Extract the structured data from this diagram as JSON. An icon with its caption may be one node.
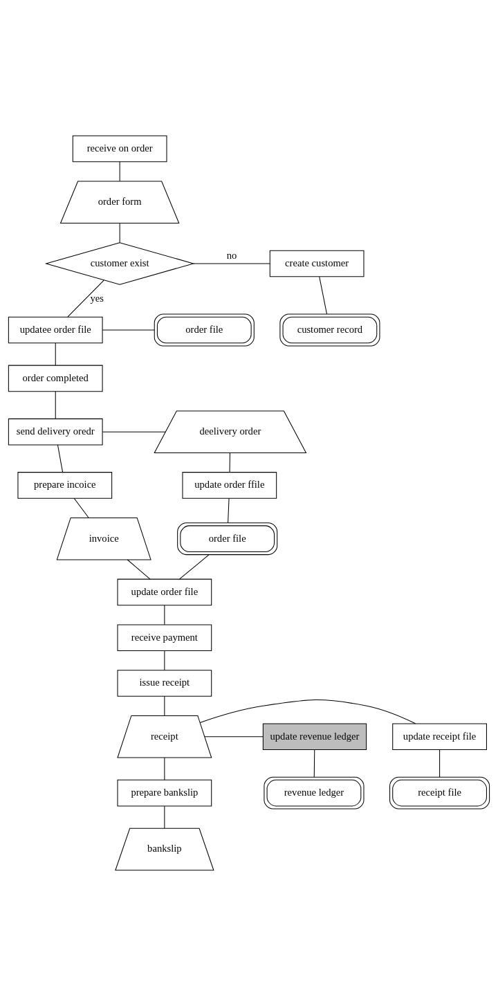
{
  "diagram": {
    "nodes": [
      {
        "text": [
          "receive on order"
        ]
      },
      {
        "text": [
          "order form"
        ]
      },
      {
        "text": [
          "customer exist"
        ]
      },
      {
        "text": [
          "create customer"
        ]
      },
      {
        "text": [
          "customer record"
        ]
      },
      {
        "text": [
          "updatee order file"
        ]
      },
      {
        "text": [
          "order file"
        ]
      },
      {
        "text": [
          "order completed"
        ]
      },
      {
        "text": [
          "send delivery oredr"
        ]
      },
      {
        "text": [
          "deelivery order"
        ]
      },
      {
        "text": [
          "prepare incoice"
        ]
      },
      {
        "text": [
          "update order ffile"
        ]
      },
      {
        "text": [
          "invoice"
        ]
      },
      {
        "text": [
          "order file"
        ]
      },
      {
        "text": [
          "update order file"
        ]
      },
      {
        "text": [
          "receive payment"
        ]
      },
      {
        "text": [
          "issue receipt"
        ]
      },
      {
        "text": [
          "update receipt file"
        ]
      },
      {
        "text": [
          "receipt"
        ]
      },
      {
        "text": [
          "update revenue ledger"
        ]
      },
      {
        "text": [
          "receipt file"
        ]
      },
      {
        "text": [
          "prepare bankslip"
        ]
      },
      {
        "text": [
          "revenue ledger"
        ]
      },
      {
        "text": [
          "bankslip"
        ]
      }
    ],
    "edges": [
      {
        "from": 0,
        "to": 1,
        "arrow": "none"
      },
      {
        "from": 1,
        "to": 2,
        "arrow": "none"
      },
      {
        "from": 2,
        "to": 3,
        "arrow": "none",
        "label": "no"
      },
      {
        "from": 3,
        "to": 4,
        "arrow": "none"
      },
      {
        "from": 2,
        "to": 5,
        "arrow": "none",
        "label": "yes"
      },
      {
        "from": 5,
        "to": 6,
        "arrow": "none"
      },
      {
        "from": 5,
        "to": 7,
        "arrow": "none"
      },
      {
        "from": 7,
        "to": 8,
        "arrow": "none"
      },
      {
        "from": 8,
        "to": 9,
        "arrow": "none"
      },
      {
        "from": 9,
        "to": 11,
        "arrow": "none"
      },
      {
        "from": 8,
        "to": 10,
        "arrow": "none"
      },
      {
        "from": 11,
        "to": 13,
        "arrow": "none"
      },
      {
        "from": 10,
        "to": 12,
        "arrow": "none"
      },
      {
        "from": 12,
        "to": 14,
        "arrow": "none"
      },
      {
        "from": 14,
        "to": 13,
        "arrow": "none"
      },
      {
        "from": 14,
        "to": 15,
        "arrow": "none"
      },
      {
        "from": 15,
        "to": 16,
        "arrow": "none"
      },
      {
        "from": 16,
        "to": 18,
        "arrow": "none"
      },
      {
        "from": 18,
        "to": 17,
        "arrow": "none"
      },
      {
        "from": 18,
        "to": 19,
        "arrow": "none"
      },
      {
        "from": 17,
        "to": 20,
        "arrow": "none"
      },
      {
        "from": 19,
        "to": 22,
        "arrow": "none"
      },
      {
        "from": 18,
        "to": 21,
        "arrow": "none"
      },
      {
        "from": 21,
        "to": 23,
        "arrow": "none"
      }
    ]
  }
}
